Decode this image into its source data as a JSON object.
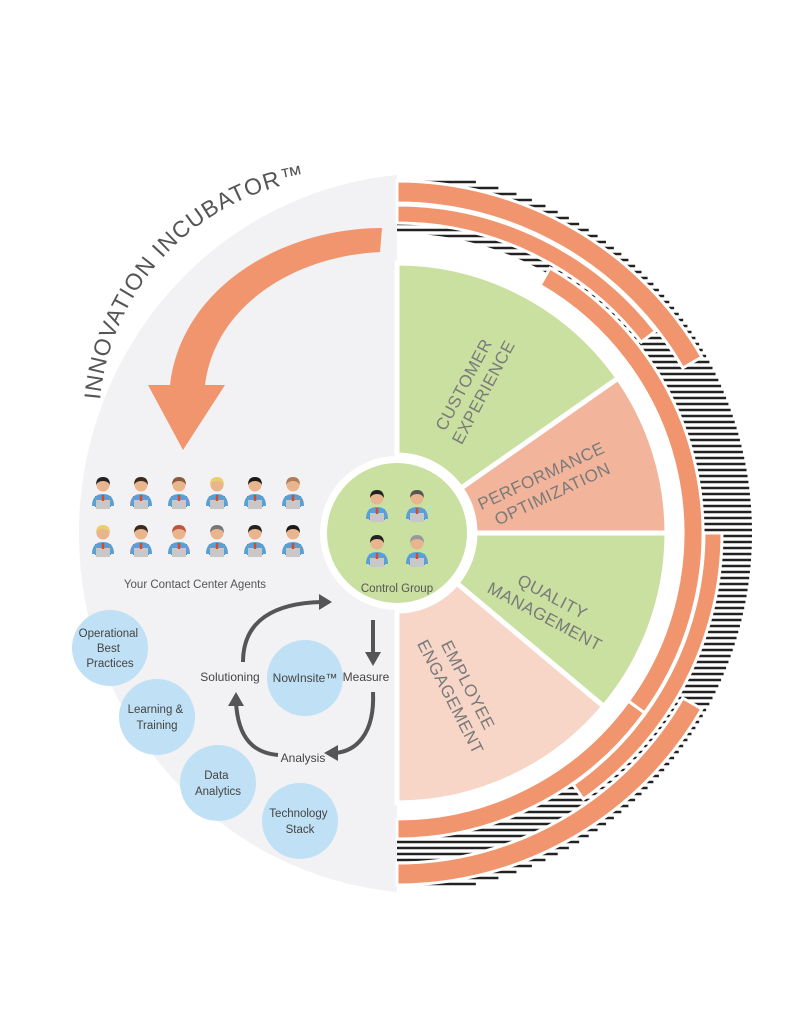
{
  "title": "INNOVATION INCUBATOR™",
  "agents_label": "Your Contact Center Agents",
  "control_group_label": "Control Group",
  "segments": [
    {
      "lines": [
        "CUSTOMER",
        "EXPERIENCE"
      ],
      "color": "#c9e0a0"
    },
    {
      "lines": [
        "PERFORMANCE",
        "OPTIMIZATION"
      ],
      "color": "#f2b59c"
    },
    {
      "lines": [
        "QUALITY",
        "MANAGEMENT"
      ],
      "color": "#c9e0a0"
    },
    {
      "lines": [
        "EMPLOYEE",
        "ENGAGEMENT"
      ],
      "color": "#f7d6c8"
    }
  ],
  "pillars": [
    {
      "lines": [
        "Operational",
        "Best",
        "Practices"
      ]
    },
    {
      "lines": [
        "Learning &",
        "Training"
      ]
    },
    {
      "lines": [
        "Data",
        "Analytics"
      ]
    },
    {
      "lines": [
        "Technology",
        "Stack"
      ]
    }
  ],
  "cycle": {
    "center": "NowInsite™",
    "solutioning": "Solutioning",
    "measure": "Measure",
    "analysis": "Analysis"
  },
  "colors": {
    "accent": "#f0956d",
    "green": "#c9e0a0",
    "bubble": "#bfe0f5",
    "panel": "#f2f2f4",
    "arrow": "#555555"
  }
}
